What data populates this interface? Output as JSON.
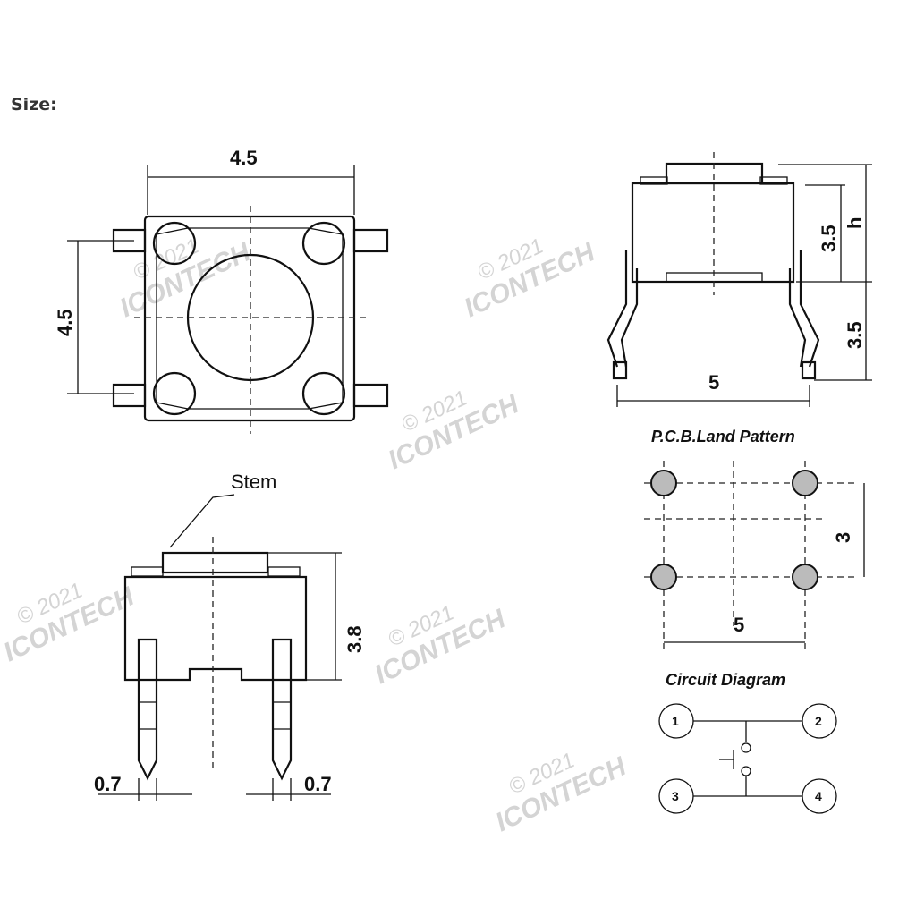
{
  "heading": "Size:",
  "top_view": {
    "width": "4.5",
    "height": "4.5"
  },
  "side_view": {
    "stem_height": "3.5",
    "h_label": "h",
    "leg_height": "3.5",
    "pin_spacing": "5"
  },
  "pcb": {
    "title": "P.C.B.Land Pattern",
    "vertical": "3",
    "horizontal": "5"
  },
  "circuit": {
    "title": "Circuit Diagram",
    "pins": [
      "1",
      "2",
      "3",
      "4"
    ]
  },
  "front_view": {
    "stem_label": "Stem",
    "height": "3.8",
    "pin_left": "0.7",
    "pin_right": "0.7"
  },
  "watermark": {
    "year": "© 2021",
    "brand": "ICONTECH"
  }
}
